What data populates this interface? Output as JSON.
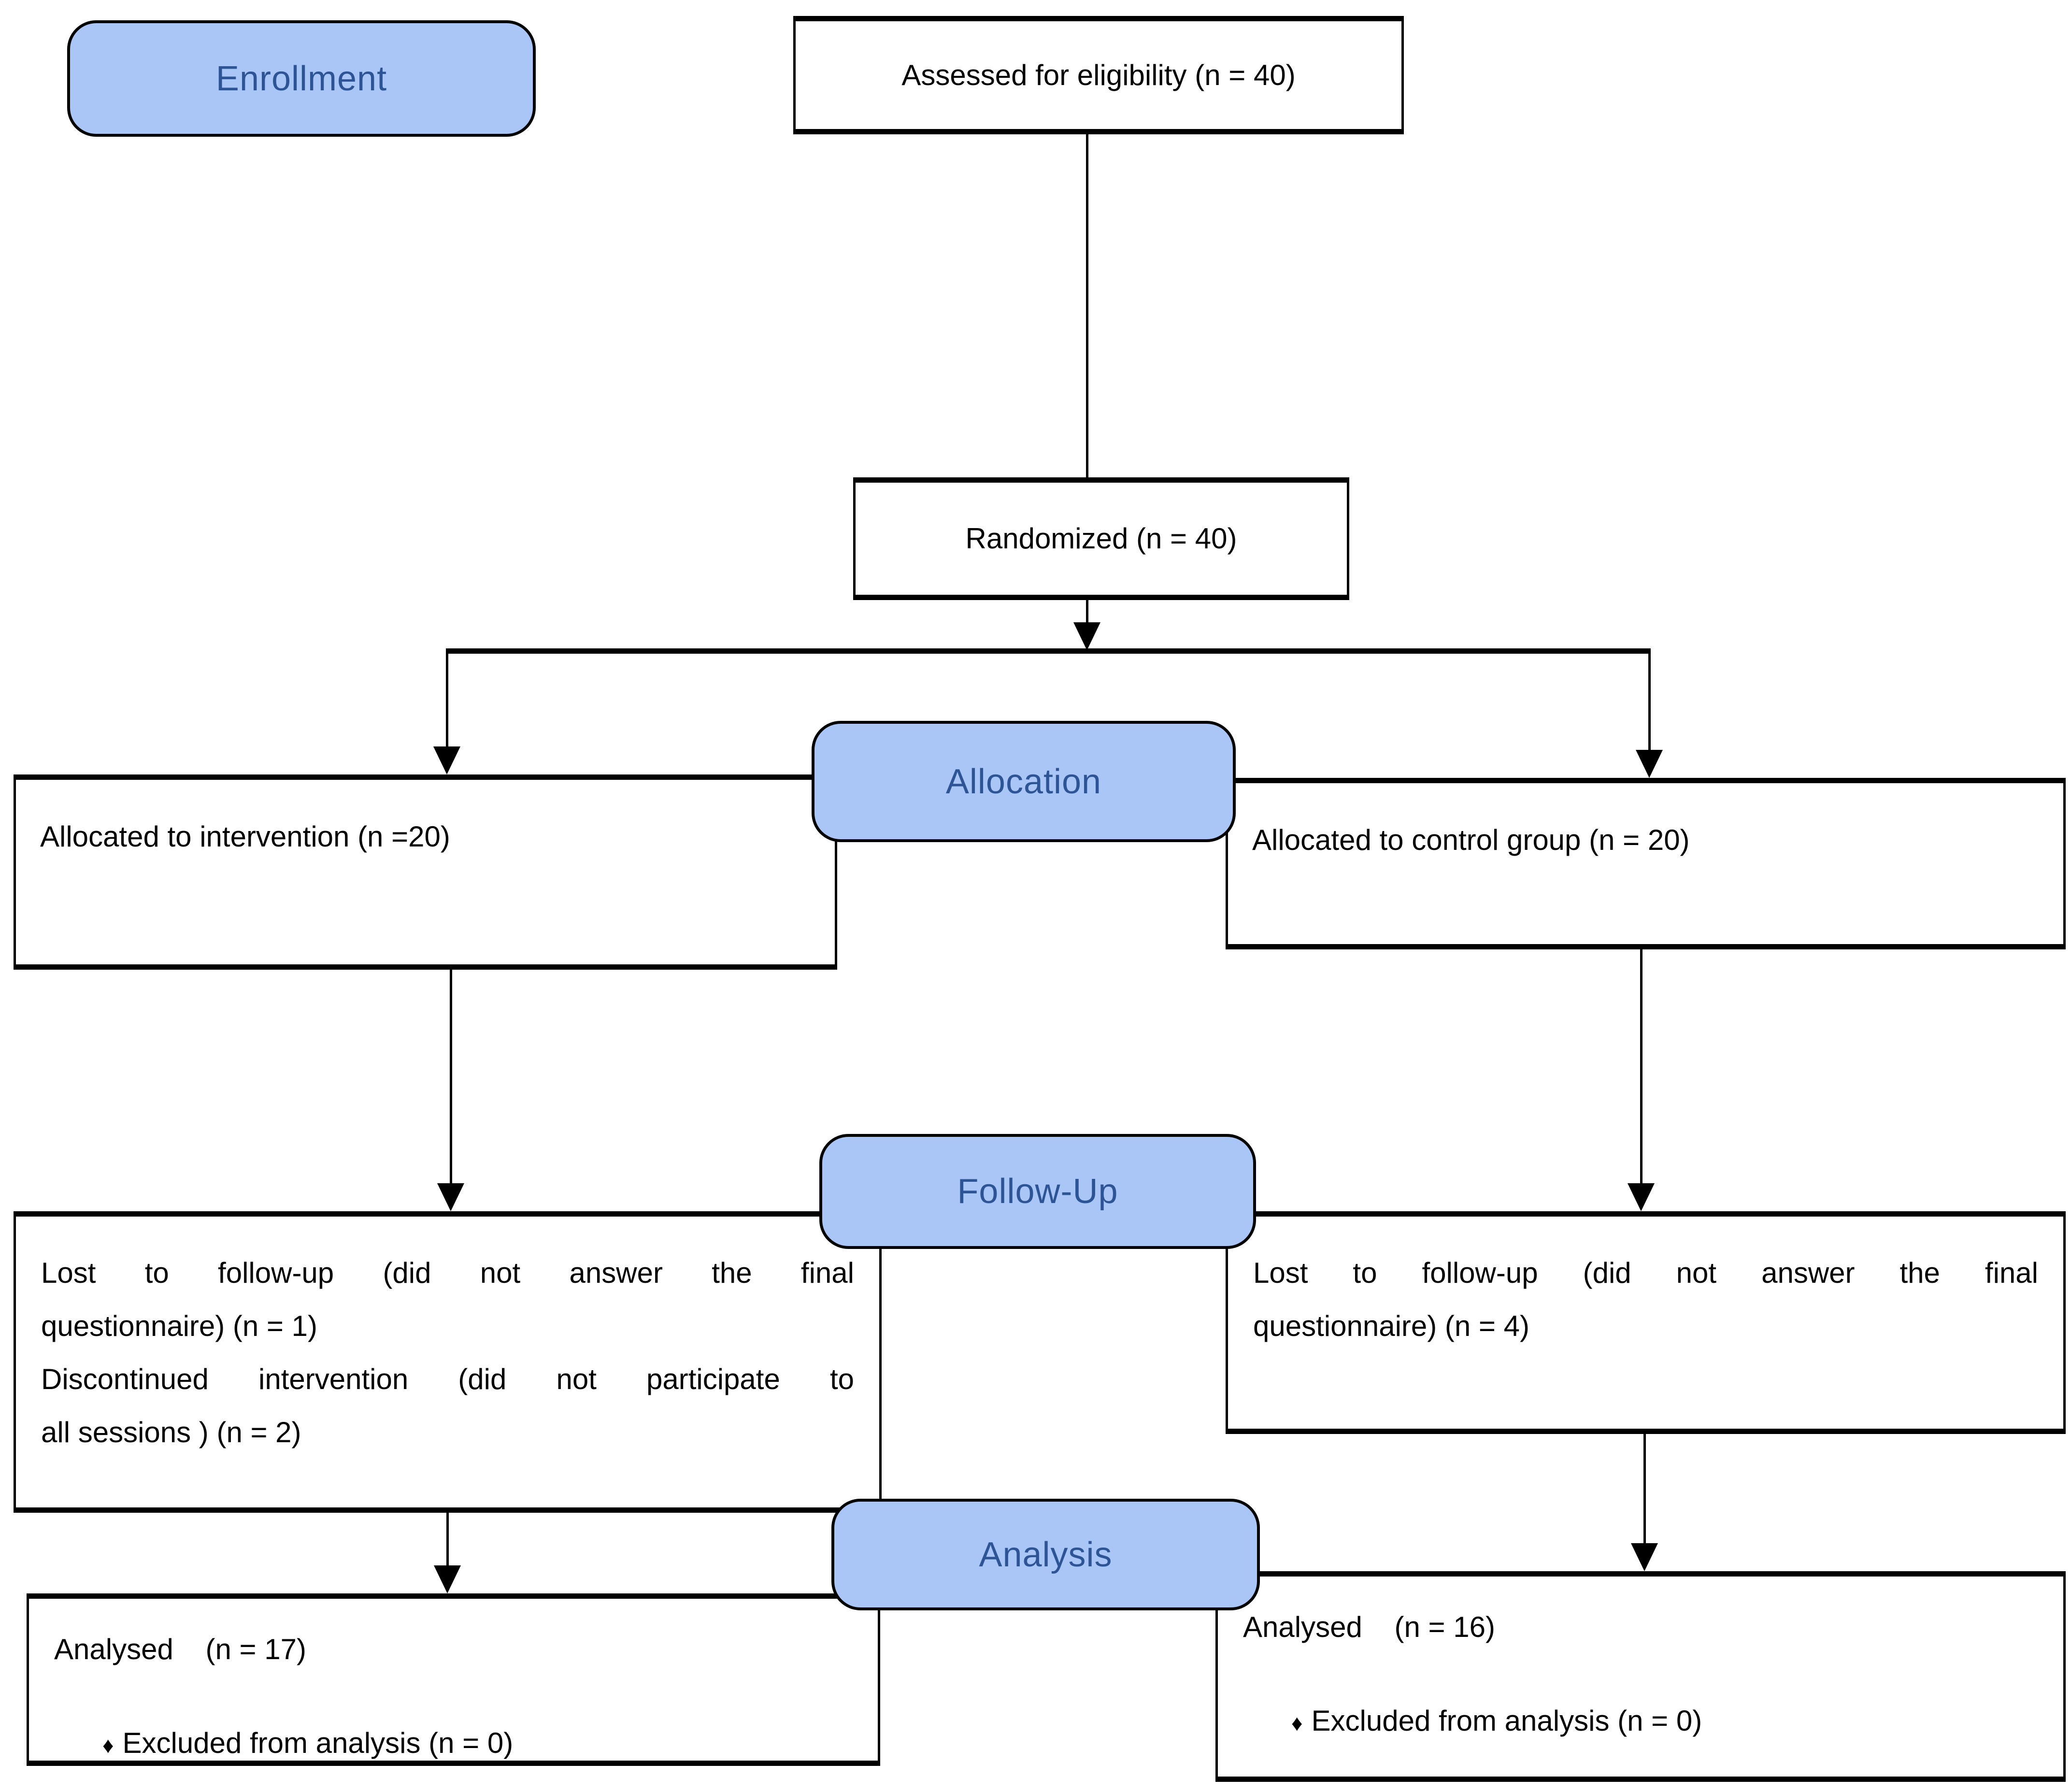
{
  "palette": {
    "pill_fill": "#a9c6f7",
    "pill_text": "#2d5596",
    "pill_border": "#000000",
    "box_border": "#000000",
    "text": "#000000",
    "background": "#ffffff"
  },
  "stages": {
    "enrollment": "Enrollment",
    "allocation": "Allocation",
    "follow_up": "Follow-Up",
    "analysis": "Analysis"
  },
  "boxes": {
    "assessed": {
      "text": "Assessed for eligibility (n = 40)"
    },
    "randomized": {
      "text": "Randomized (n = 40)"
    },
    "allocated_intervention": {
      "text": "Allocated to intervention (n =20)"
    },
    "allocated_control": {
      "text": "Allocated to control group (n = 20)"
    },
    "followup_intervention": {
      "lines": [
        "Lost to follow-up (did not answer the final",
        "questionnaire) (n = 1)",
        "Discontinued intervention (did not participate to",
        "all sessions ) (n = 2)"
      ]
    },
    "followup_control": {
      "lines": [
        "Lost to follow-up (did not answer the final",
        "questionnaire) (n = 4)"
      ]
    },
    "analysis_intervention": {
      "analysed_line": "Analysed    (n = 17)",
      "bullet": "♦",
      "excluded_text": "Excluded from analysis (n = 0)"
    },
    "analysis_control": {
      "analysed_line": "Analysed    (n = 16)",
      "bullet": "♦",
      "excluded_text": "Excluded from analysis (n = 0)"
    }
  }
}
